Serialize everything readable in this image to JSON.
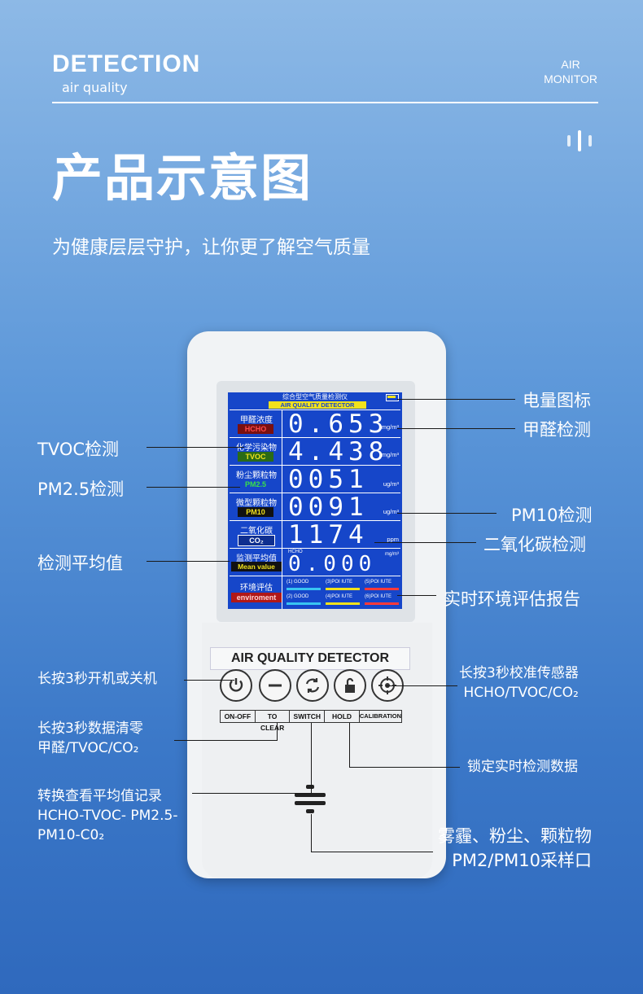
{
  "header": {
    "brand": "DETECTION",
    "brand_sub": "air quality",
    "air_line1": "AIR",
    "air_line2": "MONITOR",
    "title": "产品示意图",
    "subtitle": "为健康层层守护，让你更了解空气质量"
  },
  "screen": {
    "title": "综合型空气质量检测仪",
    "subtitle": "AIR QUALITY DETECTOR",
    "rows": [
      {
        "cn": "甲醛浓度",
        "en": "HCHO",
        "en_bg": "#b01818",
        "en_color": "#ff4a4a",
        "value": "0.653",
        "unit": "mg/m³"
      },
      {
        "cn": "化学污染物",
        "en": "TVOC",
        "en_bg": "#2a6b16",
        "en_color": "#f2e21c",
        "value": "4.438",
        "unit": "mg/m³"
      },
      {
        "cn": "粉尘颗粒物",
        "en": "PM2.5",
        "en_bg": "#1646c9",
        "en_color": "#39e04a",
        "value": "0051",
        "unit": "ug/m³"
      },
      {
        "cn": "微型颗粒物",
        "en": "PM10",
        "en_bg": "#1a1a1a",
        "en_color": "#f2e21c",
        "value": "0091",
        "unit": "ug/m³"
      },
      {
        "cn": "二氧化碳",
        "en": "CO₂",
        "en_bg": "#123ca8",
        "en_color": "#ffffff",
        "value": "1174",
        "unit": "ppm"
      }
    ],
    "mean_cn": "监测平均值",
    "mean_en": "Mean value",
    "mean_tag": "HCHO",
    "mean_value": "0.000",
    "mean_unit": "mg/m³",
    "eval_cn": "环境评估",
    "eval_en": "enviroment",
    "eval": [
      "(1) GOOD",
      "(3)POI IUTE",
      "(5)POI IUTE",
      "(2) GOOD",
      "(4)POI IUTE",
      "(6)POI IUTE"
    ],
    "eval_colors": [
      "#39c4f2",
      "#f2e21c",
      "#ff3a3a",
      "#39c4f2",
      "#f2e21c",
      "#ff3a3a"
    ]
  },
  "keypad": {
    "title": "AIR QUALITY DETECTOR",
    "buttons": [
      "ON-OFF",
      "TO CLEAR",
      "SWITCH",
      "HOLD",
      "CALIBRATION"
    ]
  },
  "callouts": {
    "battery": "电量图标",
    "hcho": "甲醛检测",
    "tvoc": "TVOC检测",
    "pm25": "PM2.5检测",
    "pm10": "PM10检测",
    "co2": "二氧化碳检测",
    "mean": "检测平均值",
    "report": "实时环境评估报告",
    "power": "长按3秒开机或关机",
    "calib_1": "长按3秒校准传感器",
    "calib_2": "HCHO/TVOC/CO₂",
    "clear_1": "长按3秒数据清零",
    "clear_2": "甲醛/TVOC/CO₂",
    "hold": "锁定实时检测数据",
    "switch_1": "转换查看平均值记录",
    "switch_2": "HCHO-TVOC- PM2.5-",
    "switch_3": "PM10-C0₂",
    "sample_1": "雾霾、粉尘、颗粒物",
    "sample_2": "PM2/PM10采样口"
  }
}
